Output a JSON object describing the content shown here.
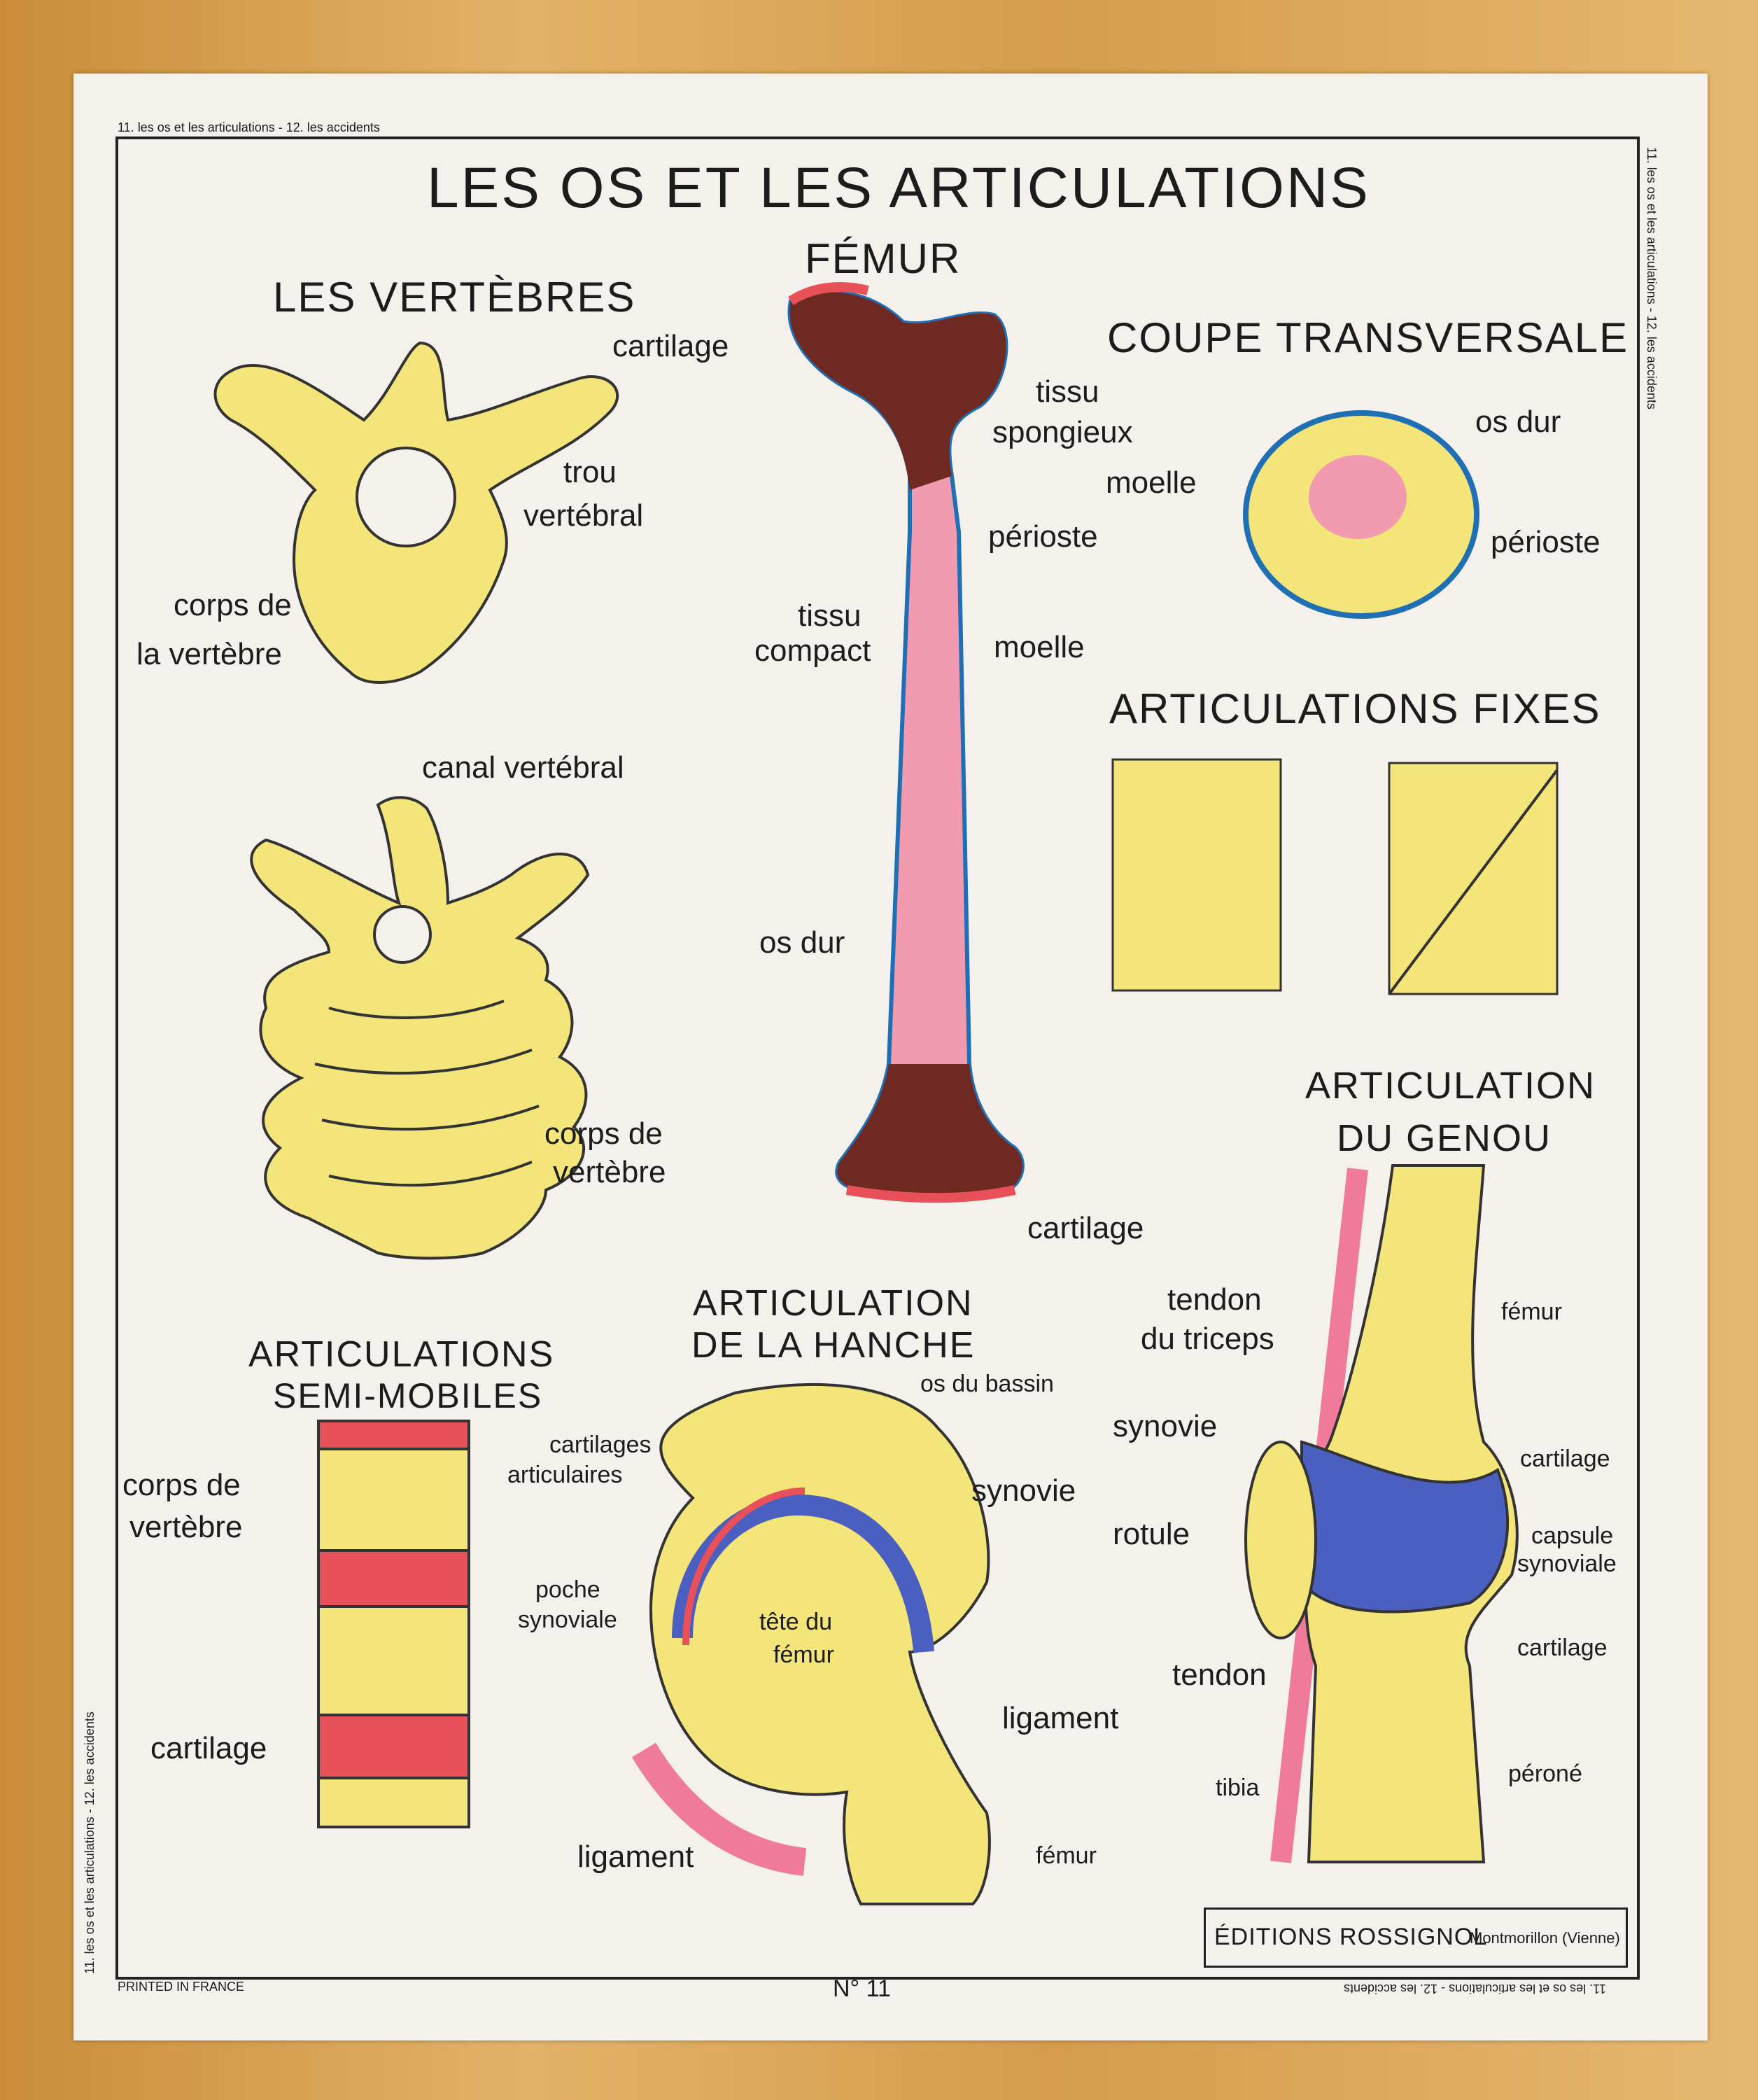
{
  "poster": {
    "title": "LES OS ET LES ARTICULATIONS",
    "top_edge_note": "11. les os et les articulations - 12. les accidents",
    "right_edge_note": "11. les os et les articulations - 12. les accidents",
    "left_edge_note": "11. les os et les articulations - 12. les accidents",
    "bottom_right_note": "11. les os et les articulations - 12. les accidents",
    "printed": "PRINTED IN FRANCE",
    "number": "N° 11",
    "publisher": "ÉDITIONS ROSSIGNOL",
    "publisher_city": "Montmorillon (Vienne)"
  },
  "sections": {
    "vertebres": {
      "title": "LES VERTÈBRES",
      "labels": [
        "trou",
        "vertébral",
        "corps de",
        "la vertèbre",
        "canal vertébral",
        "corps de",
        "vertèbre"
      ]
    },
    "femur": {
      "title": "FÉMUR",
      "labels": [
        "cartilage",
        "tissu",
        "spongieux",
        "périoste",
        "tissu",
        "compact",
        "moelle",
        "os dur",
        "cartilage"
      ]
    },
    "coupe": {
      "title": "COUPE TRANSVERSALE",
      "labels": [
        "os dur",
        "moelle",
        "périoste"
      ]
    },
    "fixes": {
      "title": "ARTICULATIONS FIXES"
    },
    "genou": {
      "title_line1": "ARTICULATION",
      "title_line2": "DU GENOU",
      "labels": [
        "tendon",
        "du triceps",
        "fémur",
        "synovie",
        "cartilage",
        "rotule",
        "capsule",
        "synoviale",
        "cartilage",
        "tendon",
        "tibia",
        "péroné"
      ]
    },
    "semi": {
      "title_line1": "ARTICULATIONS",
      "title_line2": "SEMI-MOBILES",
      "labels": [
        "corps de",
        "vertèbre",
        "cartilage"
      ]
    },
    "hanche": {
      "title_line1": "ARTICULATION",
      "title_line2": "DE LA HANCHE",
      "labels": [
        "os du bassin",
        "cartilages",
        "articulaires",
        "synovie",
        "poche",
        "synoviale",
        "tête du",
        "fémur",
        "ligament",
        "ligament",
        "fémur"
      ]
    }
  },
  "colors": {
    "bone": "#f3e57a",
    "cartilage": "#e8505a",
    "marrow": "#f29ab0",
    "periosteum": "#1f6fb5",
    "spongy": "#6e2a22",
    "synovia": "#4a5fc0",
    "tendon": "#ef7a9a"
  }
}
